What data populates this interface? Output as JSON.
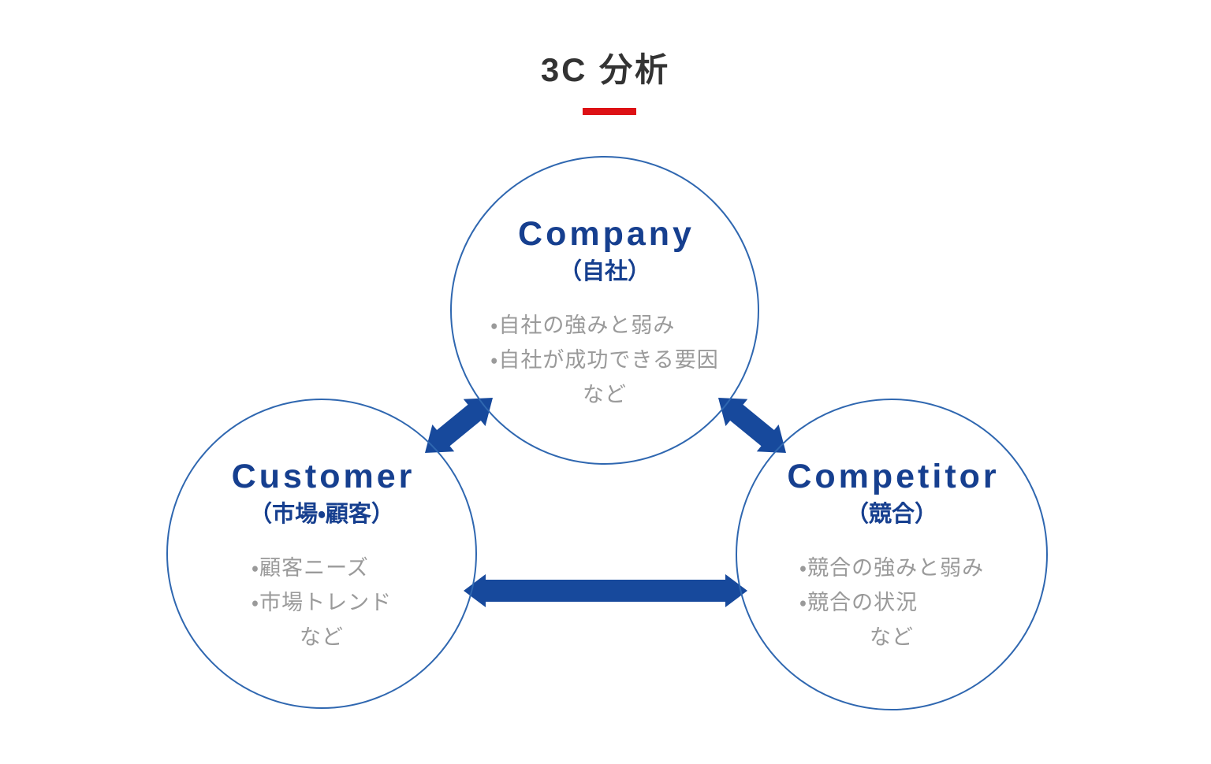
{
  "title": {
    "text": "3C 分析"
  },
  "colors": {
    "background": "#ffffff",
    "title_dark": "#333333",
    "underline_red": "#dd1115",
    "heading_navy": "#163f8f",
    "circle_stroke": "#2f67b0",
    "accent_blue": "#17499c",
    "bullet_gray": "#9a9a9a"
  },
  "circles": [
    {
      "id": "company",
      "heading": "Company",
      "subheading": "（自社）",
      "bullets": [
        "・自社の強みと弱み",
        "・自社が成功できる要因"
      ],
      "etc": "など"
    },
    {
      "id": "customer",
      "heading": "Customer",
      "subheading": "（市場・顧客）",
      "bullets": [
        "・顧客ニーズ",
        "・市場トレンド"
      ],
      "etc": "など"
    },
    {
      "id": "competitor",
      "heading": "Competitor",
      "subheading": "（競合）",
      "bullets": [
        "・競合の強みと弱み",
        "・競合の状況"
      ],
      "etc": "など"
    }
  ],
  "connectors": [
    {
      "name": "customer-company-double-arrow"
    },
    {
      "name": "company-competitor-double-arrow"
    },
    {
      "name": "customer-competitor-double-arrow"
    }
  ]
}
